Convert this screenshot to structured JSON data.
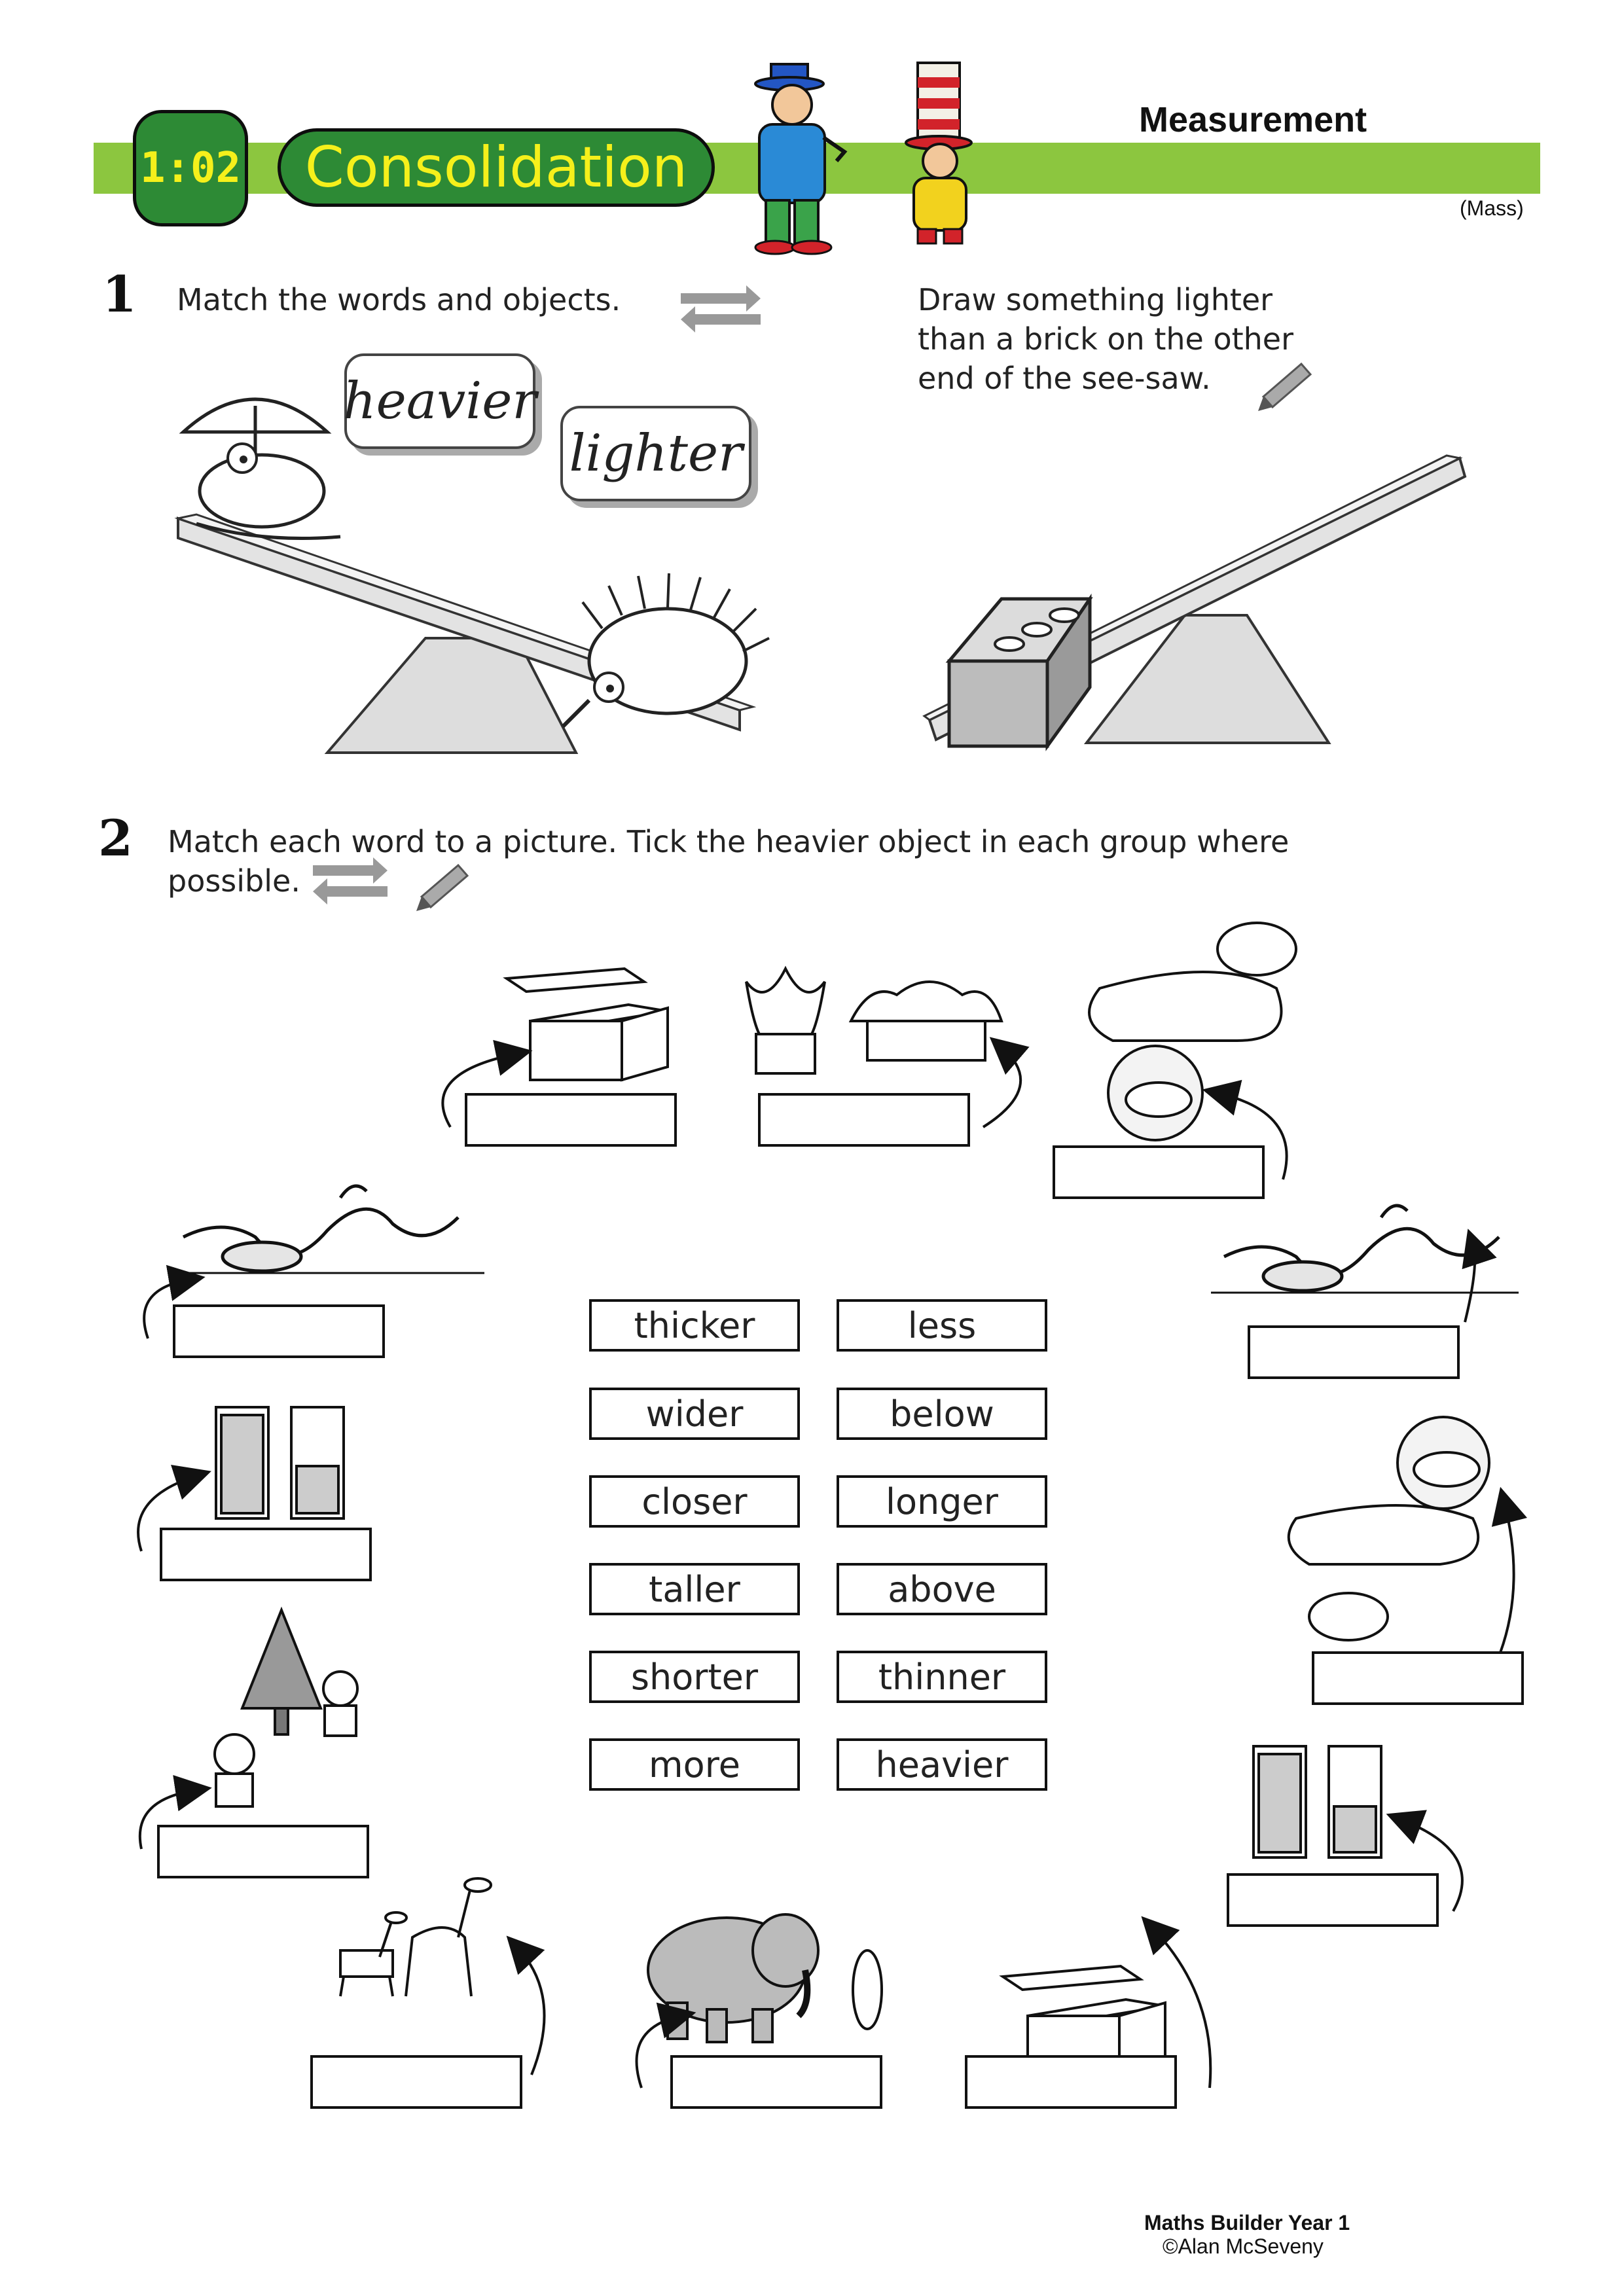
{
  "header": {
    "lesson_code": "1:02",
    "title": "Consolidation",
    "topic": "Measurement",
    "subtopic": "(Mass)"
  },
  "q1": {
    "number": "1",
    "instruction": "Match the words and objects.",
    "cards": [
      "heavier",
      "lighter"
    ],
    "side_instruction_lines": [
      "Draw something lighter",
      "than a brick on the other",
      "end of the see-saw."
    ]
  },
  "q2": {
    "number": "2",
    "instruction_lines": [
      "Match each word to a picture. Tick the heavier object in each group where",
      "possible."
    ],
    "word_bank": [
      [
        "thicker",
        "less"
      ],
      [
        "wider",
        "below"
      ],
      [
        "closer",
        "longer"
      ],
      [
        "taller",
        "above"
      ],
      [
        "shorter",
        "thinner"
      ],
      [
        "more",
        "heavier"
      ]
    ]
  },
  "icons": [
    "swap-arrows-icon",
    "pencil-icon"
  ],
  "colors": {
    "accent_green": "#8cc63f",
    "badge_green": "#2d8a35",
    "badge_text": "#f5f01b"
  },
  "footer": {
    "book": "Maths Builder Year 1",
    "copyright": "©Alan McSeveny"
  }
}
